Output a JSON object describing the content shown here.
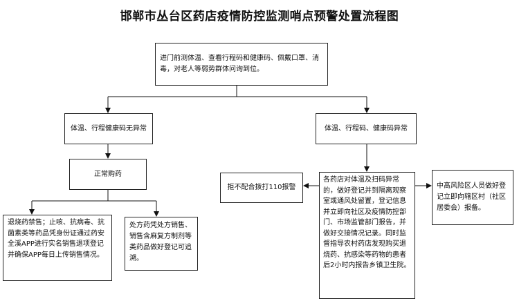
{
  "title": "邯郸市丛台区药店疫情防控监测哨点预警处置流程图",
  "nodes": {
    "entry": "进门前测体温、查看行程码和健康码、佩戴口罩、消毒，对老人等弱势群体问询到位。",
    "normal": "体温、行程健康码无异常",
    "abnormal": "体温、行程码、健康码异常",
    "normal_purchase": "正常购药",
    "restricted": "退烧药禁售；止咳、抗病毒、抗菌素类等药品凭身份证通过药安全溪APP进行实名销售退项登记并确保APP每日上传销售情况。",
    "prescription": "处方药凭处方销售、销售含麻复方制剂等类药品做好登记可追溯。",
    "refuse": "拒不配合拨打110报警",
    "pharmacy": "各药店对体温及扫码异常的，做好登记并到隔离观察室或通风处留置，登记信息并立即向社区及疫情防控部门、市场监管部门报告，并做好交接情况记录。同时监督指导农村药店发现购买退烧药、抗感染等药物的患者后2小时内报告乡镇卫生院。",
    "risk": "中高风险区人员做好登记立即向辖区村（社区居委会）报备。"
  }
}
